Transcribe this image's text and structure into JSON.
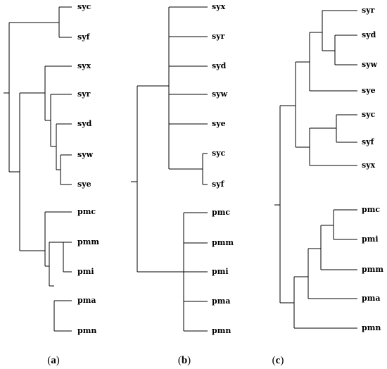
{
  "panels": [
    {
      "id": "a",
      "caption_open": "(",
      "caption_letter": "a",
      "caption_close": ")",
      "leaves": [
        "syc",
        "syf",
        "syx",
        "syr",
        "syd",
        "syw",
        "sye",
        "pmc",
        "pmm",
        "pmi",
        "pma",
        "pmn"
      ]
    },
    {
      "id": "b",
      "caption_open": "(",
      "caption_letter": "b",
      "caption_close": ")",
      "leaves": [
        "syx",
        "syr",
        "syd",
        "syw",
        "sye",
        "syc",
        "syf",
        "pmc",
        "pmm",
        "pmi",
        "pma",
        "pmn"
      ]
    },
    {
      "id": "c",
      "caption_open": "(",
      "caption_letter": "c",
      "caption_close": ")",
      "leaves": [
        "syr",
        "syd",
        "syw",
        "sye",
        "syc",
        "syf",
        "syx",
        "pmc",
        "pmi",
        "pmm",
        "pma",
        "pmn"
      ]
    }
  ]
}
